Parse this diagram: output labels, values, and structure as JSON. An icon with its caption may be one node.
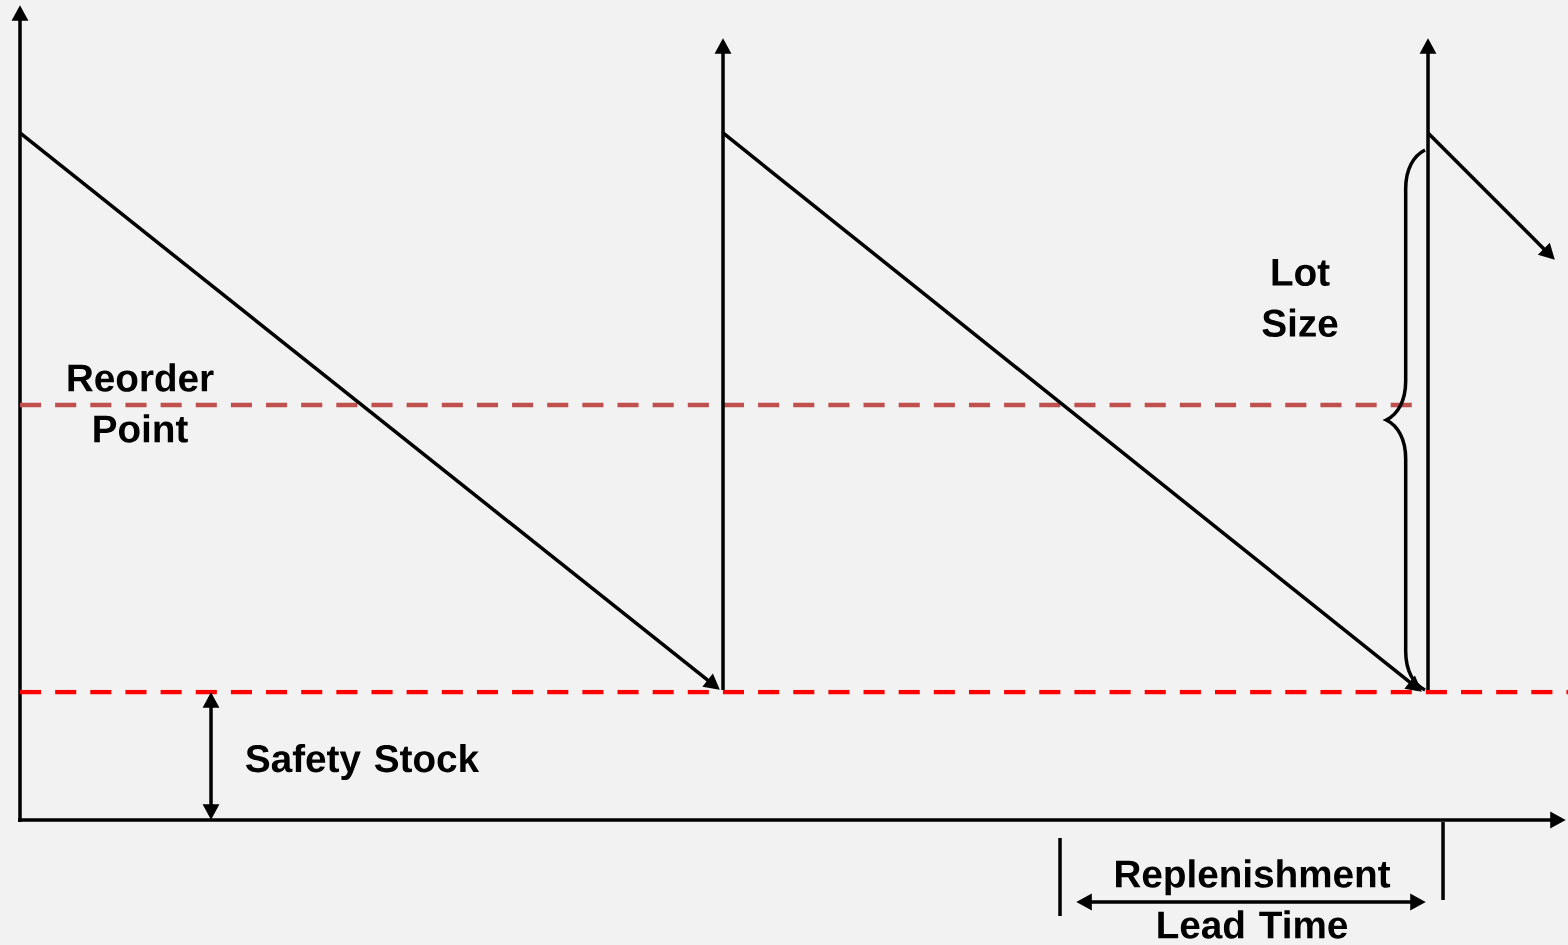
{
  "diagram": {
    "labels": [
      "Reorder Point",
      "Lot Size",
      "Safety Stock",
      "Replenishment Lead Time"
    ]
  }
}
